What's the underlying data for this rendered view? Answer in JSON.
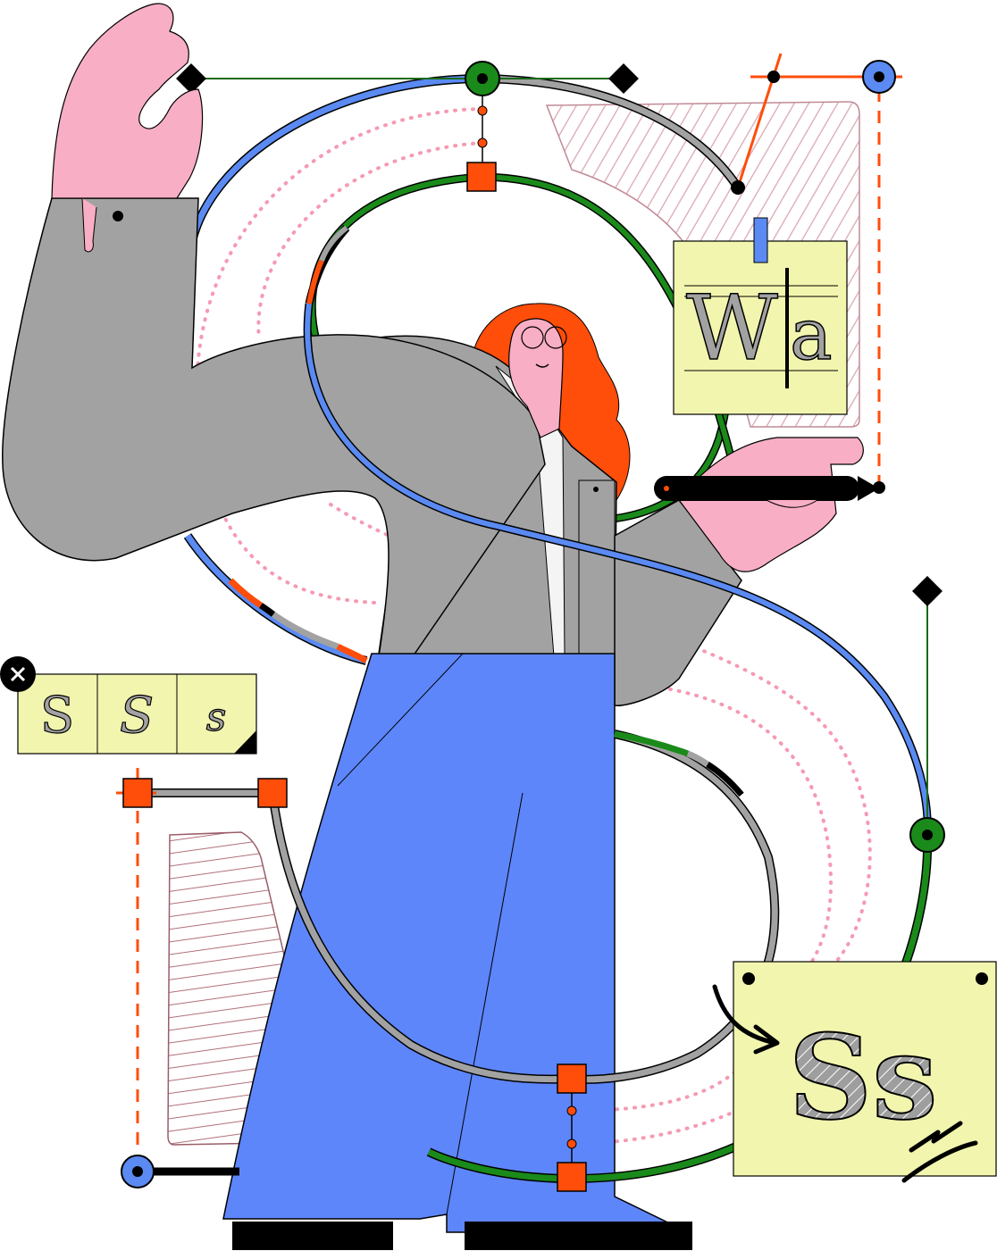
{
  "illustration": {
    "note_wa": {
      "text_w": "W",
      "text_a": "a"
    },
    "note_glyphs": {
      "glyphs": [
        "S",
        "S",
        "s"
      ]
    },
    "note_specimen": {
      "text": "Ss"
    },
    "colors": {
      "background": "#ffffff",
      "skin": "#f8aec4",
      "hair": "#ff4d0a",
      "jacket": "#a2a2a2",
      "pants": "#5e86fb",
      "note": "#f2f5ae",
      "blue_path": "#5a8af2",
      "green_path": "#1a8a1a",
      "gray_path": "#9e9e9e",
      "handle_red": "#ff4d0a",
      "ink": "#000000"
    },
    "icons": [
      "close-icon",
      "pen-tool-icon",
      "arrow-icon",
      "text-cursor-icon"
    ]
  }
}
